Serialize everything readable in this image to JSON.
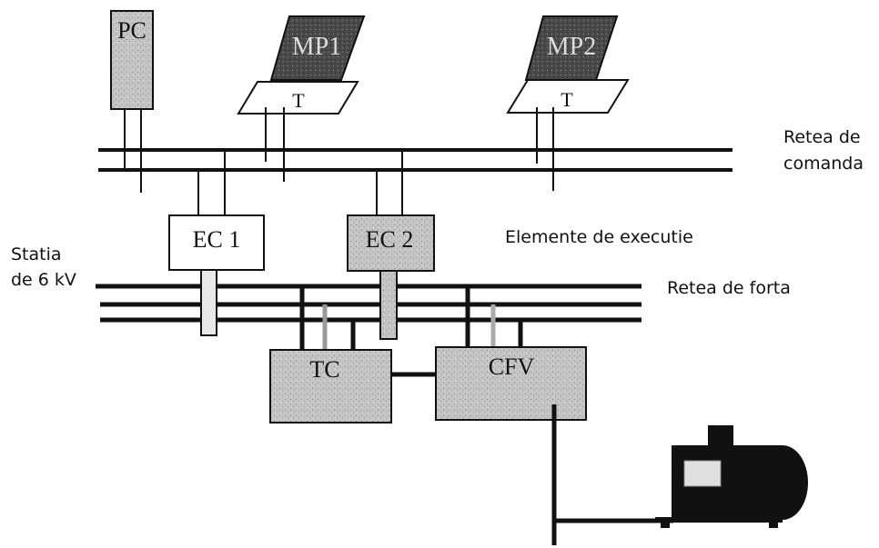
{
  "devices": {
    "pc": "PC",
    "mp1": "MP1",
    "mp2": "MP2",
    "terminal1": "T",
    "terminal2": "T",
    "ec1": "EC 1",
    "ec2": "EC 2",
    "tc": "TC",
    "cfv": "CFV"
  },
  "labels": {
    "control_network": [
      "Retea de",
      "comanda"
    ],
    "execution_elements": "Elemente de executie",
    "station": [
      "Statia",
      "de 6 kV"
    ],
    "power_network": "Retea de forta"
  },
  "colors": {
    "line": "#111111",
    "box_fill_light": "#ffffff",
    "box_fill_gray": "#bdbdbd",
    "laptop_screen": "#555555",
    "motor": "#111111"
  }
}
